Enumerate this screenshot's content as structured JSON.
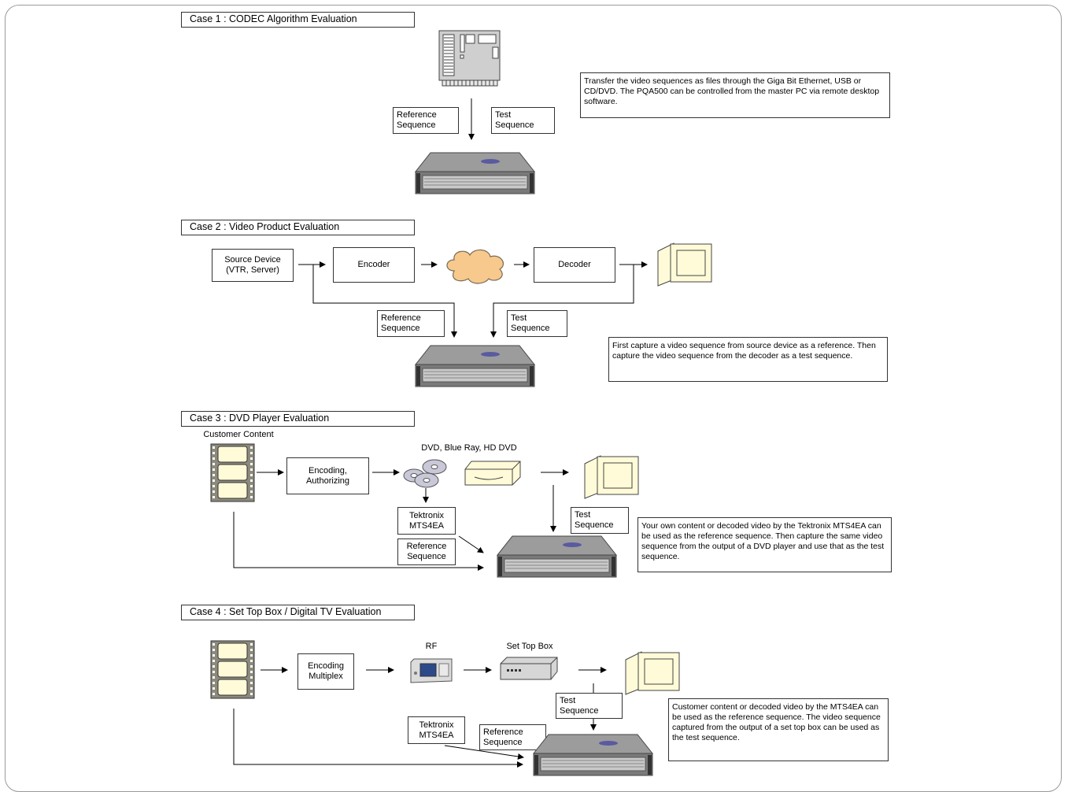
{
  "case1": {
    "title": "Case 1 : CODEC Algorithm Evaluation",
    "ref_label": "Reference\nSequence",
    "test_label": "Test\nSequence",
    "note": "Transfer the video sequences as files through the Giga Bit Ethernet, USB or CD/DVD. The PQA500 can be controlled from the master PC via remote desktop software."
  },
  "case2": {
    "title": "Case 2 : Video Product Evaluation",
    "source": "Source Device\n(VTR, Server)",
    "encoder": "Encoder",
    "decoder": "Decoder",
    "ref_label": "Reference\nSequence",
    "test_label": "Test\nSequence",
    "note": "First capture a video sequence from source device as a reference. Then capture the video sequence from the decoder as  a test sequence."
  },
  "case3": {
    "title": "Case 3 : DVD Player Evaluation",
    "customer_content": "Customer Content",
    "encoding": "Encoding,\nAuthorizing",
    "dvd_caption": "DVD, Blue Ray, HD DVD",
    "mts": "Tektronix\nMTS4EA",
    "ref_label": "Reference\nSequence",
    "test_label": "Test\nSequence",
    "note": "Your own content or decoded video by the Tektronix MTS4EA can be used as the reference sequence. Then capture the same video sequence from the output of a DVD player and use that as the test sequence."
  },
  "case4": {
    "title": "Case 4 : Set Top Box / Digital TV Evaluation",
    "encoding": "Encoding\nMultiplex",
    "rf": "RF",
    "stb": "Set Top Box",
    "mts": "Tektronix\nMTS4EA",
    "ref_label": "Reference\nSequence",
    "test_label": "Test\nSequence",
    "note": "Customer content or decoded video by the MTS4EA can be used as the reference sequence. The video sequence captured from the output of a set top box can be used as the test sequence."
  }
}
